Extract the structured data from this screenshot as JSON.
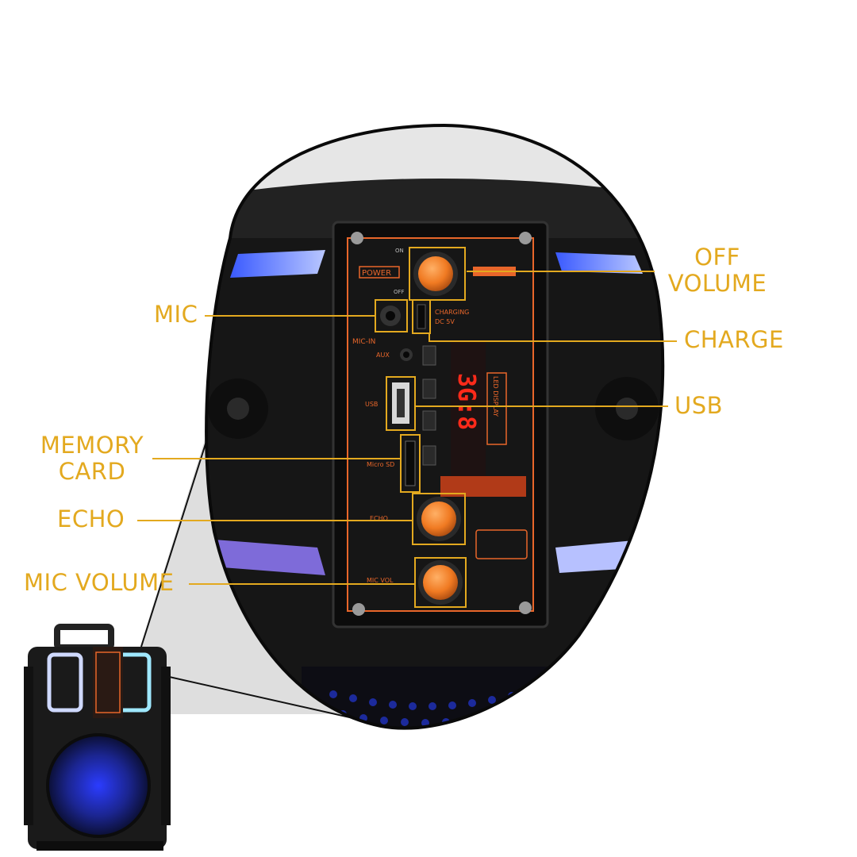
{
  "callouts": {
    "off_volume": {
      "line1": "OFF",
      "line2": "VOLUME"
    },
    "mic": "MIC",
    "charge": "CHARGE",
    "usb": "USB",
    "memory_card": {
      "line1": "MEMORY",
      "line2": "CARD"
    },
    "echo": "ECHO",
    "mic_volume": "MIC VOLUME"
  },
  "panel_labels": {
    "power": "POWER",
    "on": "ON",
    "off": "OFF",
    "mic_in": "MIC-IN",
    "aux": "AUX",
    "usb": "USB",
    "micro_sd": "Micro SD",
    "echo": "ECHO",
    "mic_vol": "MIC VOL",
    "charging": "CHARGING",
    "dc5v": "DC 5V",
    "led_display": "LED DISPLAY",
    "led_digits": "3G:8"
  },
  "colors": {
    "callout": "#e3a91f",
    "panel_accent": "#e8662a",
    "led": "#ff2a1a",
    "knob": "#f07a22",
    "speaker_body": "#1a1a1a",
    "led_ring": "#5a7dff"
  }
}
